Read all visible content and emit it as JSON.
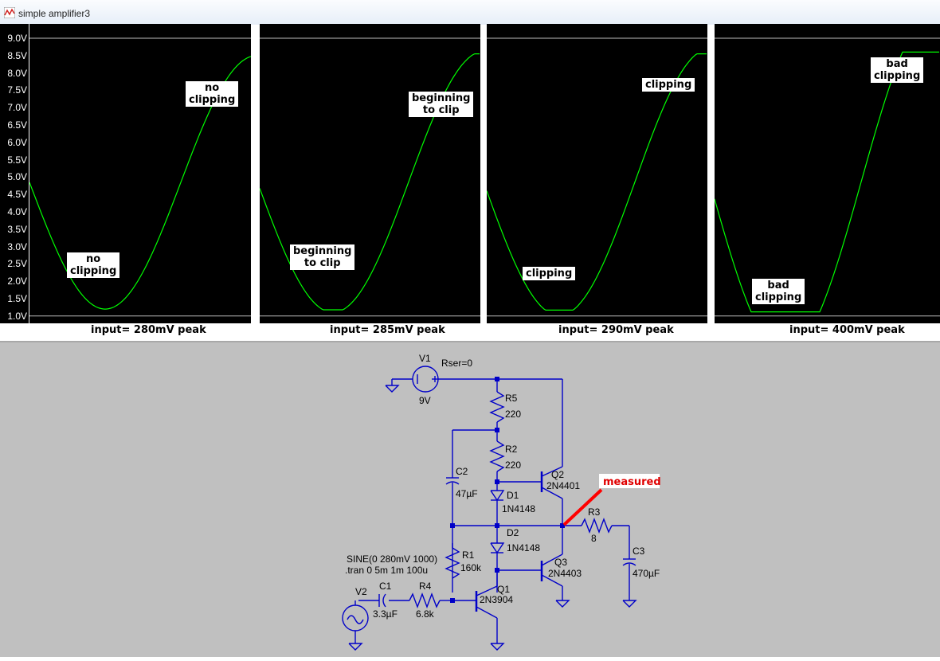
{
  "window": {
    "title": "simple amplifier3"
  },
  "y_axis": {
    "ticks": [
      "9.0V",
      "8.5V",
      "8.0V",
      "7.5V",
      "7.0V",
      "6.5V",
      "6.0V",
      "5.5V",
      "5.0V",
      "4.5V",
      "4.0V",
      "3.5V",
      "3.0V",
      "2.5V",
      "2.0V",
      "1.5V",
      "1.0V"
    ]
  },
  "panels": [
    {
      "input_label": "input= 280mV peak",
      "top_note": "no\nclipping",
      "bottom_note": "no\nclipping"
    },
    {
      "input_label": "input= 285mV peak",
      "top_note": "beginning\nto clip",
      "bottom_note": "beginning\nto clip"
    },
    {
      "input_label": "input= 290mV peak",
      "top_note": "clipping",
      "bottom_note": "clipping"
    },
    {
      "input_label": "input= 400mV peak",
      "top_note": "bad\nclipping",
      "bottom_note": "bad\nclipping"
    }
  ],
  "chart_data": {
    "type": "line",
    "title": "",
    "ylabel": "",
    "ylim": [
      1.0,
      9.0
    ],
    "trace_color": "#00ff00",
    "series": [
      {
        "name": "input= 280mV peak",
        "peak_high": 8.5,
        "peak_low": 1.2
      },
      {
        "name": "input= 285mV peak",
        "peak_high": 8.55,
        "peak_low": 1.18
      },
      {
        "name": "input= 290mV peak",
        "peak_high": 8.55,
        "peak_low": 1.17
      },
      {
        "name": "input= 400mV peak",
        "peak_high": 8.6,
        "peak_low": 1.12
      }
    ]
  },
  "schematic": {
    "v1_name": "V1",
    "v1_value": "9V",
    "v1_rser": "Rser=0",
    "r5_name": "R5",
    "r5_value": "220",
    "r2_name": "R2",
    "r2_value": "220",
    "c2_name": "C2",
    "c2_value": "47µF",
    "d1_name": "D1",
    "d1_value": "1N4148",
    "d2_name": "D2",
    "d2_value": "1N4148",
    "q2_name": "Q2",
    "q2_value": "2N4401",
    "q3_name": "Q3",
    "q3_value": "2N4403",
    "q1_name": "Q1",
    "q1_value": "2N3904",
    "r3_name": "R3",
    "r3_value": "8",
    "c3_name": "C3",
    "c3_value": "470µF",
    "r1_name": "R1",
    "r1_value": "160k",
    "r4_name": "R4",
    "r4_value": "6.8k",
    "c1_name": "C1",
    "c1_value": "3.3µF",
    "v2_name": "V2",
    "sine_directive": "SINE(0 280mV 1000)",
    "tran_directive": ".tran 0 5m 1m 100u",
    "measured_label": "measured",
    "wire_color": "#0000c8",
    "marker_color": "#ff0000"
  }
}
